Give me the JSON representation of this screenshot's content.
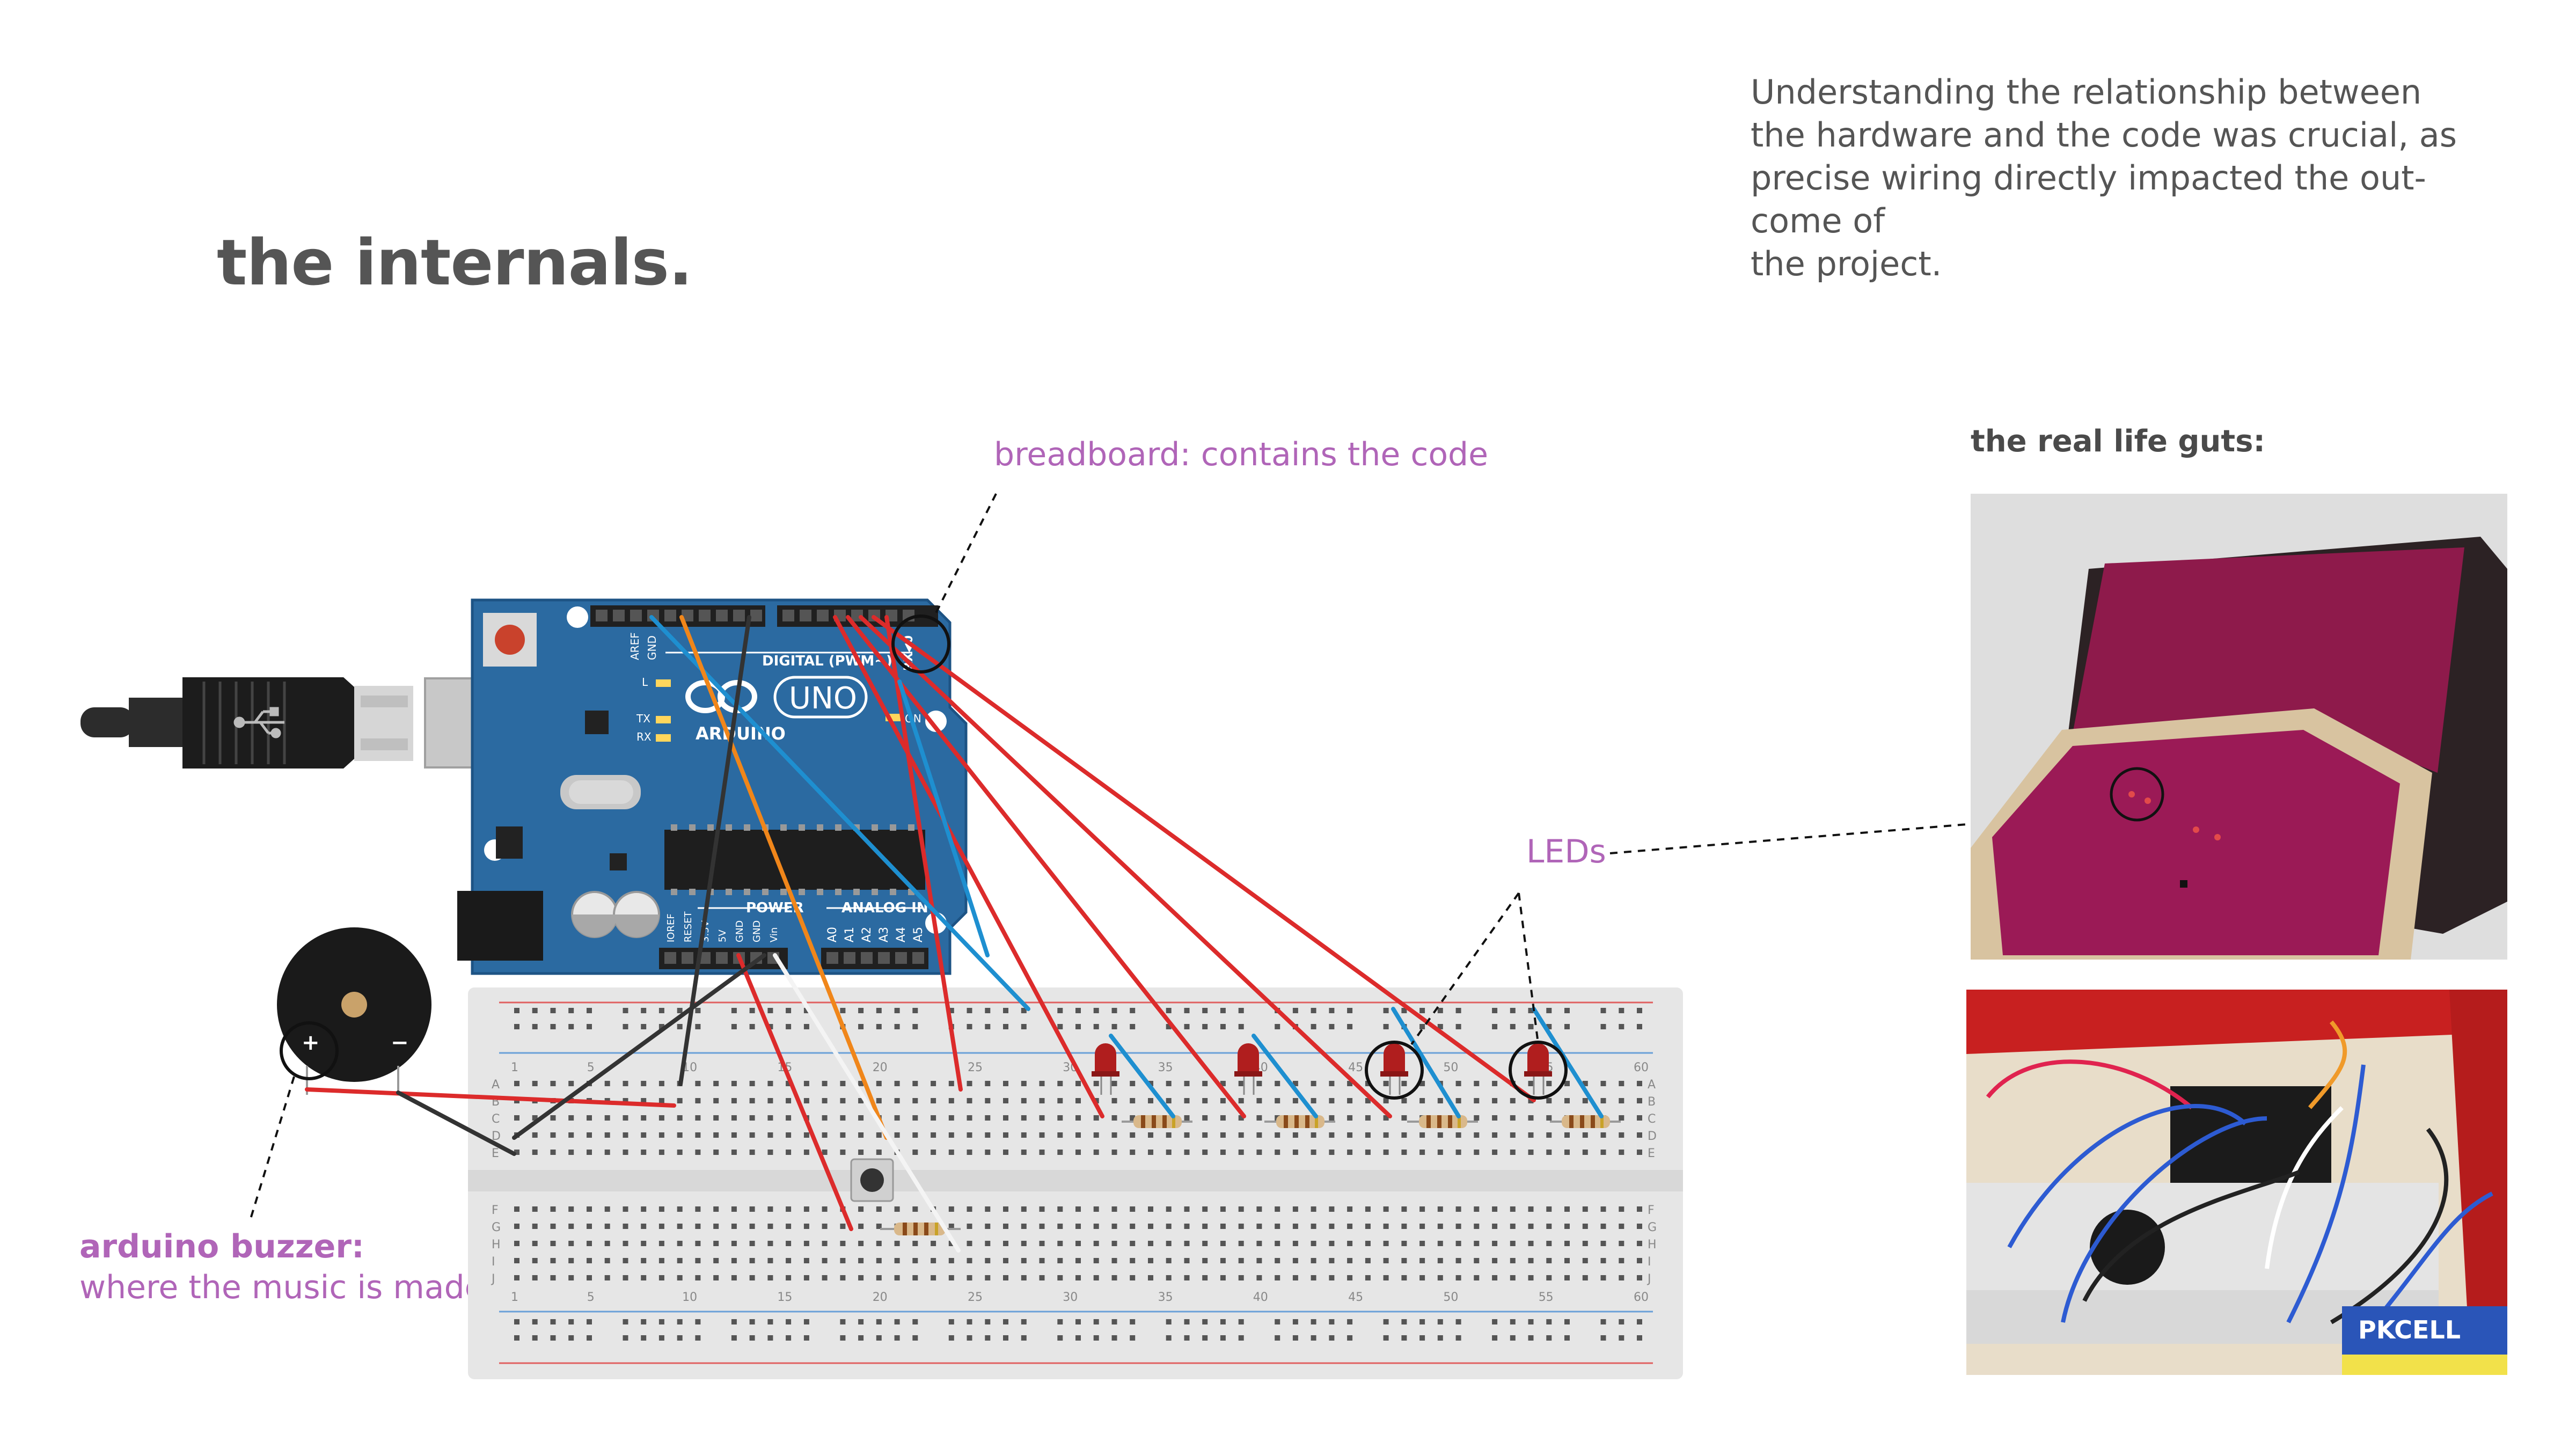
{
  "heading": "the internals.",
  "intro_lines": [
    "Understanding the relationship between",
    "the hardware and the code was crucial, as",
    "precise wiring directly impacted the out-",
    "come of",
    "the project."
  ],
  "labels": {
    "breadboard": "breadboard: contains the code",
    "leds": "LEDs",
    "buzzer_title": "arduino buzzer:",
    "buzzer_desc": "where the music is made"
  },
  "photos": {
    "heading": "the real life guts:"
  },
  "arduino": {
    "brand": "ARDUINO",
    "model": "UNO",
    "digital": "DIGITAL (PWM~)",
    "power": "POWER",
    "analog": "ANALOG IN",
    "on": "ON",
    "tx": "TX",
    "rx": "RX",
    "l": "L",
    "aref": "AREF",
    "gnd": "GND",
    "rx0": "RX◀0",
    "analog_pins": [
      "A0",
      "A1",
      "A2",
      "A3",
      "A4",
      "A5"
    ],
    "power_pins": [
      "IOREF",
      "RESET",
      "3.3V",
      "5V",
      "GND",
      "GND",
      "Vin"
    ]
  },
  "breadboard": {
    "column_numbers": [
      "1",
      "5",
      "10",
      "15",
      "20",
      "25",
      "30",
      "35",
      "40",
      "45",
      "50",
      "55",
      "60"
    ],
    "top_rows": [
      "A",
      "B",
      "C",
      "D",
      "E"
    ],
    "bottom_rows": [
      "F",
      "G",
      "H",
      "I",
      "J"
    ]
  },
  "battery": {
    "brand": "PKCELL"
  },
  "colors": {
    "wire_red": "#dc2b2b",
    "wire_blue": "#1e8fd0",
    "wire_orange": "#f0861a",
    "wire_black": "#333333",
    "wire_white": "#f4f4f4",
    "arduino_blue": "#2b6aa1",
    "label_purple": "#b065b8",
    "led_red": "#b01e1e",
    "breadboard": "#e6e6e6"
  }
}
